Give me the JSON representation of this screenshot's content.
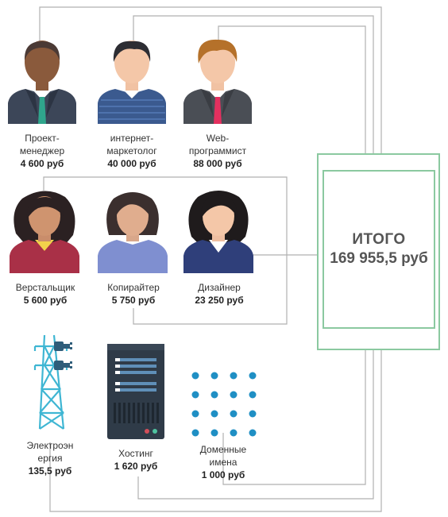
{
  "people": [
    {
      "id": "project-manager",
      "title_lines": [
        "Проект-",
        "менеджер"
      ],
      "amount": "4 600 руб"
    },
    {
      "id": "internet-marketer",
      "title_lines": [
        "интернет-",
        "маркетолог"
      ],
      "amount": "40 000 руб"
    },
    {
      "id": "web-programmer",
      "title_lines": [
        "Web-",
        "программист"
      ],
      "amount": "88 000 руб"
    },
    {
      "id": "layout-designer",
      "title_lines": [
        "Верстальщик"
      ],
      "amount": "5 600 руб"
    },
    {
      "id": "copywriter",
      "title_lines": [
        "Копирайтер"
      ],
      "amount": "5 750 руб"
    },
    {
      "id": "designer",
      "title_lines": [
        "Дизайнер"
      ],
      "amount": "23 250 руб"
    }
  ],
  "infra": [
    {
      "id": "electricity",
      "title_lines": [
        "Электроэн",
        "ергия"
      ],
      "amount": "135,5 руб"
    },
    {
      "id": "hosting",
      "title_lines": [
        "Хостинг"
      ],
      "amount": "1 620 руб"
    },
    {
      "id": "domains",
      "title_lines": [
        "Доменные",
        "имена"
      ],
      "amount": "1 000 руб"
    }
  ],
  "total": {
    "title": "ИТОГО",
    "value": "169 955,5 руб"
  },
  "colors": {
    "connector": "#b0b0b0",
    "total_border": "#8bc9a0",
    "tower": "#3fb6d3",
    "server": "#2f3b48",
    "dots": "#1f8fc4"
  }
}
